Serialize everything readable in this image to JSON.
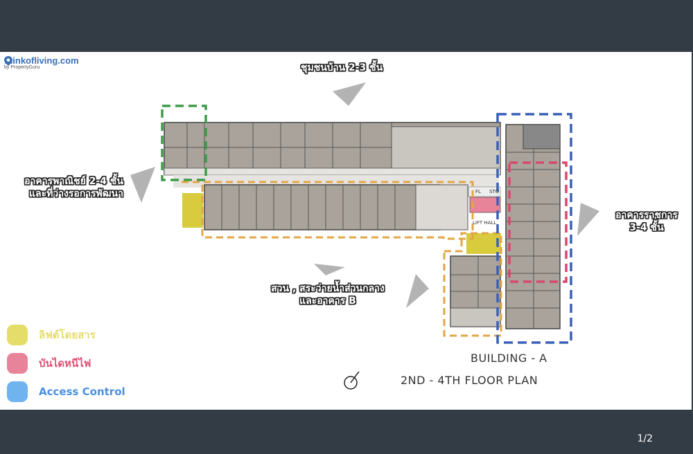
{
  "viewer": {
    "page_indicator": "1/2"
  },
  "logo": {
    "brand": "thinkofliving.com",
    "sub": "by PropertyGuru"
  },
  "labels": {
    "north": "ชุมชนบ้าน 2-3 ชั้น",
    "west_line1": "อาคารพาณิชย์ 2-4 ชั้น",
    "west_line2": "และที่ว่างรอการพัฒนา",
    "east_line1": "อาคารราชการ",
    "east_line2": "3-4 ชั้น",
    "south_line1": "สวน , สระว่ายน้ำส่วนกลาง",
    "south_line2": "และอาคาร B"
  },
  "plan_tags": {
    "lift_hall": "LIFT HALL",
    "fl": "FL",
    "sto": "STO"
  },
  "legend": [
    {
      "text": "ลิฟต์โดยสาร",
      "swatch_color": "#e5dd6a",
      "text_color": "#e5dd6a"
    },
    {
      "text": "บันไดหนีไฟ",
      "swatch_color": "#e8849a",
      "text_color": "#e04f74"
    },
    {
      "text": "Access Control",
      "swatch_color": "#6fb3ef",
      "text_color": "#4b8fe0"
    }
  ],
  "caption": {
    "line1": "BUILDING - A",
    "line2": "2ND - 4TH FLOOR PLAN"
  },
  "colors": {
    "green_outline": "#3e9b49",
    "orange_outline": "#e2a645",
    "blue_outline": "#3a5fb8",
    "red_outline": "#d9476f",
    "room_fill": "#a9a39b",
    "corridor_fill": "#e6e4e1"
  },
  "icons": [
    "map-pin-icon",
    "compass-icon",
    "view-direction-icon"
  ]
}
